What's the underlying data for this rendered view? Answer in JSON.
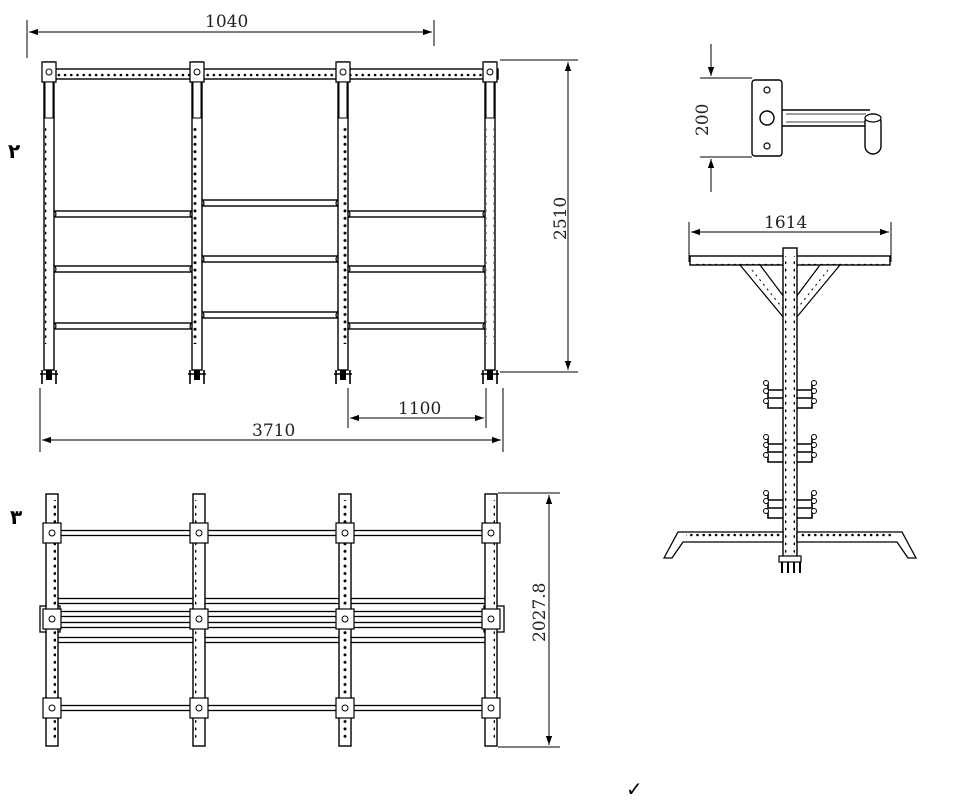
{
  "drawing": {
    "front_view": {
      "dim_top": "1040",
      "dim_height": "2510",
      "dim_bay": "1100",
      "dim_total": "3710",
      "view_mark": "٢"
    },
    "top_view": {
      "dim_depth": "2027.8",
      "view_mark": "٣"
    },
    "bracket_detail": {
      "dim_height": "200"
    },
    "side_view": {
      "dim_width": "1614"
    },
    "corner_mark": "✓"
  }
}
